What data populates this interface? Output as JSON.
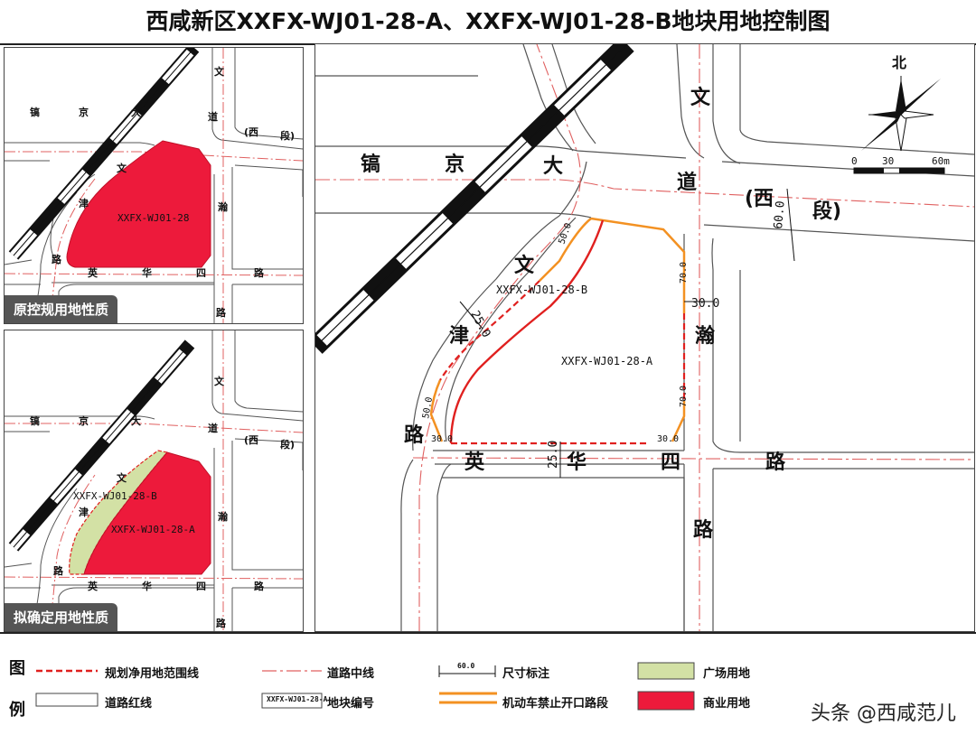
{
  "title": "西咸新区XXFX-WJ01-28-A、XXFX-WJ01-28-B地块用地控制图",
  "roads": {
    "zhenjing": [
      "镐",
      "京",
      "大",
      "道"
    ],
    "zhenjing_west": "(西　段)",
    "zhenjing_west_a": "(西",
    "zhenjing_west_b": "段)",
    "wenjin": [
      "文",
      "津",
      "路"
    ],
    "yinghua": [
      "英",
      "华",
      "四",
      "路"
    ],
    "wenhan": [
      "文",
      "瀚",
      "路"
    ]
  },
  "parcels": {
    "original": "XXFX-WJ01-28",
    "a": "XXFX-WJ01-28-A",
    "b": "XXFX-WJ01-28-B"
  },
  "panels": {
    "top_left_tag": "原控规用地性质",
    "bottom_left_tag": "拟确定用地性质"
  },
  "north_label": "北",
  "scale": {
    "zero": "0",
    "mid": "30",
    "end": "60m"
  },
  "dimensions": {
    "zhenjing_width": "60.0",
    "wenhan_width": "30.0",
    "wenjin_width": "25.0",
    "yinghua_width": "25.0",
    "edge_top": "50.0",
    "edge_right_top": "70.0",
    "edge_right_bottom": "70.0",
    "edge_left": "50.0",
    "edge_bottom_left": "30.0",
    "edge_bottom_right": "30.0"
  },
  "legend": {
    "header_top": "图",
    "header_bottom": "例",
    "items": {
      "boundary": "规划净用地范围线",
      "centerline": "道路中线",
      "dimension": "尺寸标注",
      "dimension_sample": "60.0",
      "plaza": "广场用地",
      "redline": "道路红线",
      "parcel_code": "地块编号",
      "parcel_code_sample": "XXFX-WJ01-28-A",
      "no_opening": "机动车禁止开口路段",
      "commercial": "商业用地"
    }
  },
  "watermark": "头条 @西咸范儿",
  "colors": {
    "commercial": "#ed1a3b",
    "plaza": "#d3e1a5",
    "boundary": "#e0201f",
    "no_opening": "#f39122",
    "centerline": "#e06060",
    "railway": "#111111"
  }
}
